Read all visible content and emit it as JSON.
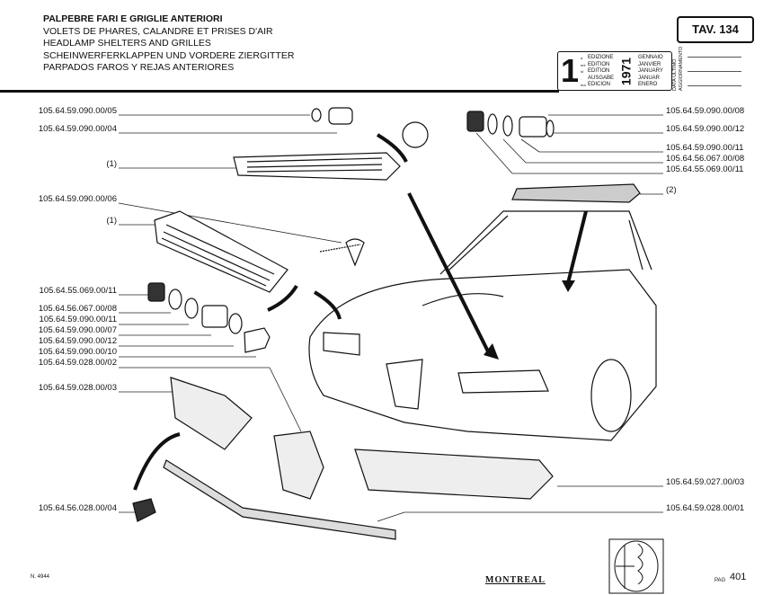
{
  "header": {
    "title_lines": [
      "PALPEBRE FARI E GRIGLIE ANTERIORI",
      "VOLETS DE PHARES, CALANDRE ET PRISES D'AIR",
      "HEADLAMP SHELTERS AND GRILLES",
      "SCHEINWERFERKLAPPEN UND VORDERE ZIERGITTER",
      "PARPADOS FAROS Y REJAS ANTERIORES"
    ],
    "table_number": "TAV. 134",
    "edition": {
      "number": "1",
      "ordinal_suffixes": [
        "a",
        "ere",
        "st",
        ".",
        "era"
      ],
      "labels": [
        "EDIZIONE",
        "EDITION",
        "EDITION",
        "AUSGABE",
        "EDICION"
      ],
      "year": "1971",
      "months": [
        "GENNAIO",
        "JANVIER",
        "JANUARY",
        "JANUAR",
        "ENERO"
      ],
      "update_label": "DATA ULTIMO AGGIORNAMENTO"
    }
  },
  "left_labels": [
    "105.64.59.090.00/05",
    "105.64.59.090.00/04",
    "(1)",
    "105.64.59.090.00/06",
    "(1)",
    "105.64.55.069.00/11",
    "105.64.56.067.00/08",
    "105.64.59.090.00/11",
    "105.64.59.090.00/07",
    "105.64.59.090.00/12",
    "105.64.59.090.00/10",
    "105.64.59.028.00/02",
    "105.64.59.028.00/03",
    "105.64.56.028.00/04"
  ],
  "right_labels": [
    "105.64.59.090.00/08",
    "105.64.59.090.00/12",
    "105.64.59.090.00/11",
    "105.64.56.067.00/08",
    "105.64.55.069.00/11",
    "(2)",
    "105.64.59.027.00/03",
    "105.64.59.028.00/01"
  ],
  "footer": {
    "doc_number": "N. 4944",
    "model": "MONTREAL",
    "page_label": "PAG",
    "page_number": "401"
  }
}
